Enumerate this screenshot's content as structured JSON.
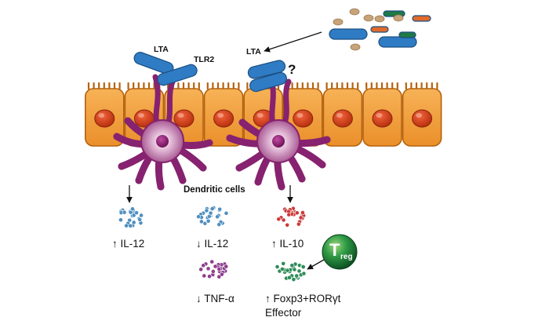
{
  "labels": {
    "lta_left": "LTA",
    "tlr2": "TLR2",
    "lta_right": "LTA",
    "question_mark": "?",
    "dendritic_cells": "Dendritic cells",
    "il12_up": "↑ IL-12",
    "il12_down": "↓ IL-12",
    "il10_up": "↑ IL-10",
    "tnfa_down": "↓ TNF-α",
    "foxp3": "↑ Foxp3+RORγt",
    "effector": "Effector",
    "treg_T": "T",
    "treg_sub": "reg"
  },
  "colors": {
    "epithelium_fill": "#f2a03c",
    "epithelium_stroke": "#b4620e",
    "nucleus": "#d9411c",
    "dendritic_cell": "#86226f",
    "bacteria_blue": "#2f7cc4",
    "bacteria_orange": "#e06a2c",
    "bacteria_green": "#1f7a45",
    "bacteria_tan": "#c8a278",
    "cytokine_blue": "#4f8fbf",
    "cytokine_red": "#cc3a3a",
    "cytokine_purple": "#8d3f8d",
    "cytokine_green": "#2e8c58",
    "treg_green": "#1e8a3c"
  }
}
